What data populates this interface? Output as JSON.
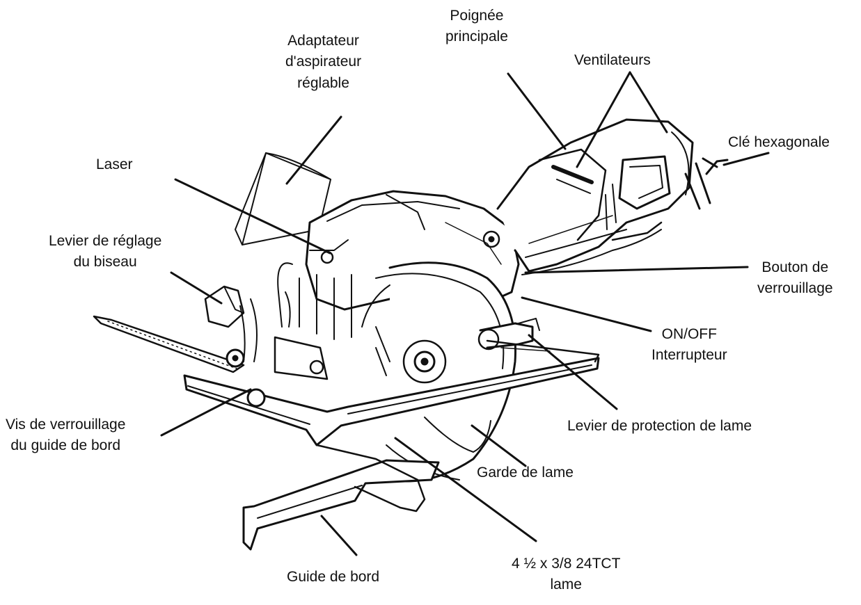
{
  "diagram": {
    "labels": {
      "poignee": [
        "Poignée",
        "principale"
      ],
      "adaptateur": [
        "Adaptateur",
        "d'aspirateur",
        "réglable"
      ],
      "ventilateurs": [
        "Ventilateurs"
      ],
      "cle": [
        "Clé hexagonale"
      ],
      "laser": [
        "Laser"
      ],
      "levier_biseau": [
        "Levier de réglage",
        "du biseau"
      ],
      "bouton": [
        "Bouton de",
        "verrouillage"
      ],
      "onoff": [
        "ON/OFF",
        "Interrupteur"
      ],
      "vis": [
        "Vis de verrouillage",
        "du guide de bord"
      ],
      "levier_protection": [
        "Levier de protection de lame"
      ],
      "garde": [
        "Garde de lame"
      ],
      "lame": [
        "4 ½ x 3/8 24TCT",
        "lame"
      ],
      "guide": [
        "Guide de bord"
      ]
    },
    "colors": {
      "ink": "#111111",
      "paper": "#ffffff",
      "shade": "#e8e8e8"
    }
  }
}
